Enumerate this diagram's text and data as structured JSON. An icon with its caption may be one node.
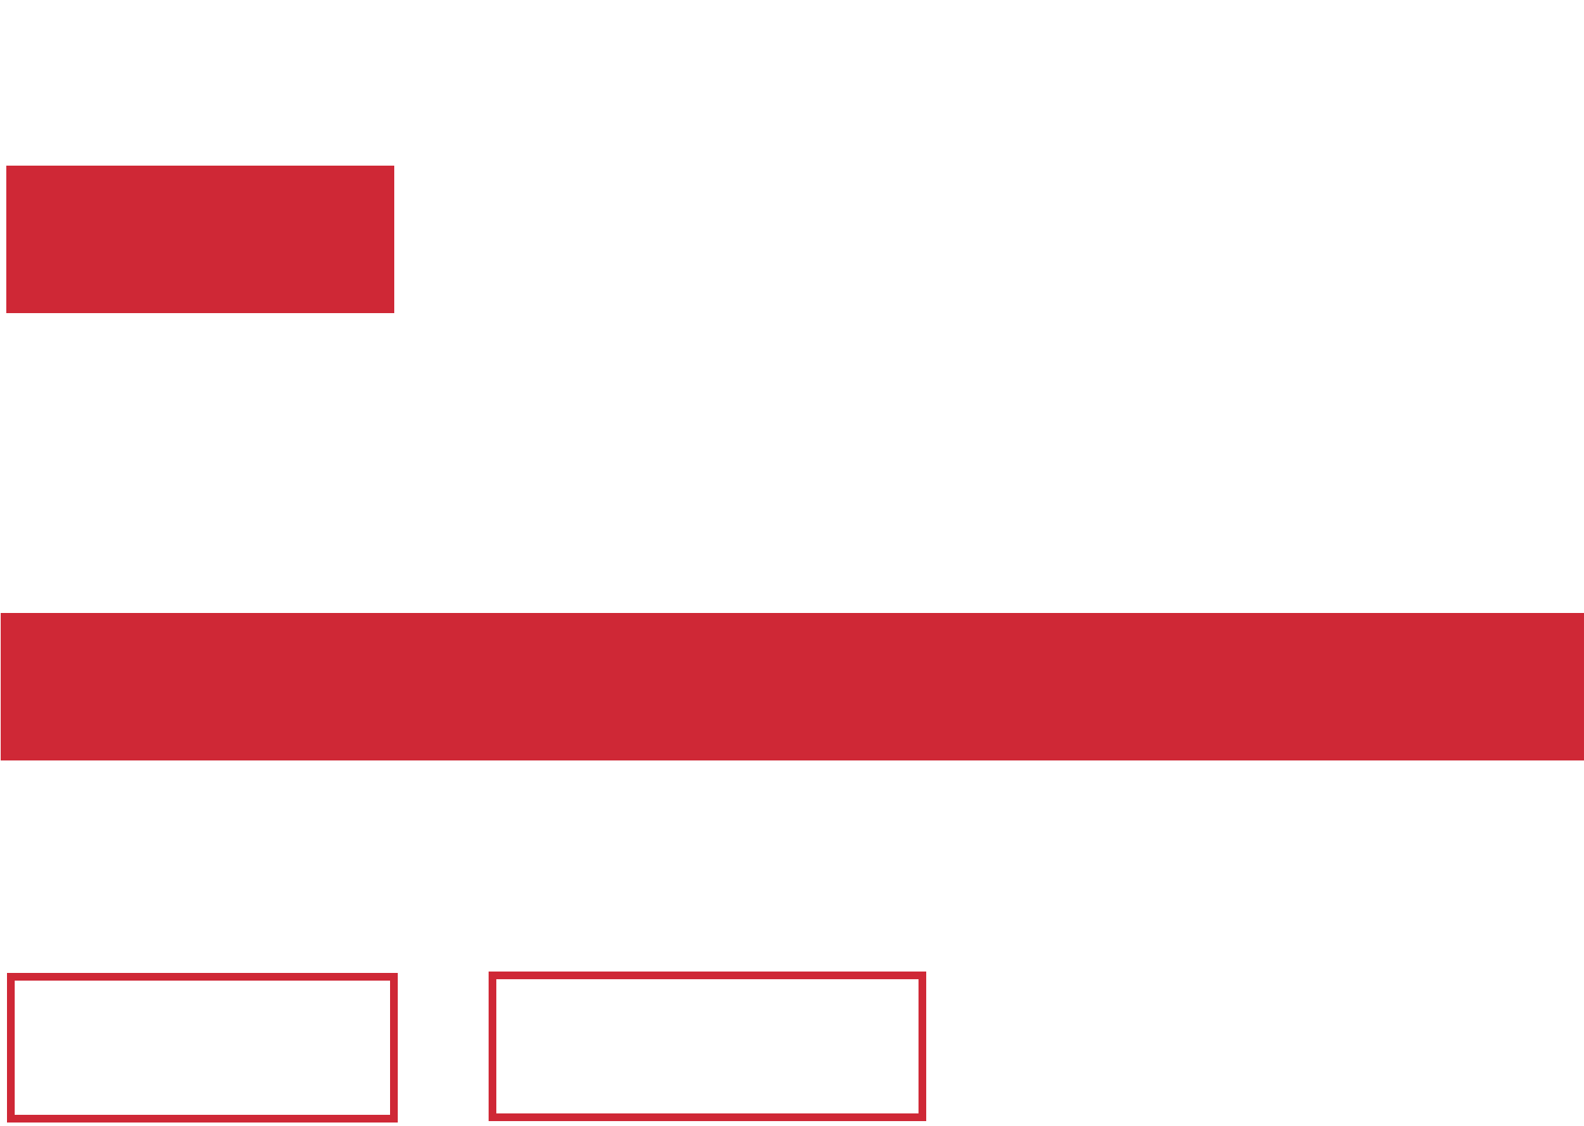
{
  "diagram": {
    "nodes": [
      {
        "text": [],
        "shape": "bar"
      },
      {
        "text": [],
        "shape": "bar"
      },
      {
        "text": [],
        "shape": "box"
      },
      {
        "text": [],
        "shape": "box"
      }
    ]
  }
}
